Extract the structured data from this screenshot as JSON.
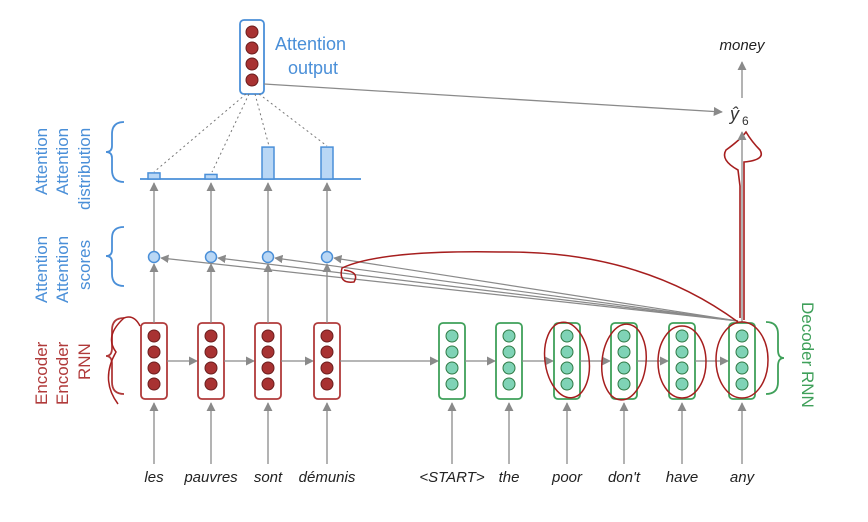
{
  "attention_output_label": [
    "Attention",
    "output"
  ],
  "attention_distribution_label": [
    "Attention",
    "Attention",
    "distribution"
  ],
  "attention_scores_label": [
    "Attention",
    "Attention",
    "scores"
  ],
  "encoder_rnn_label": [
    "Encoder",
    "Encoder",
    "RNN"
  ],
  "decoder_rnn_label": "Decoder RNN",
  "output_word": "money",
  "output_symbol": "ŷ",
  "output_subscript": "6",
  "source_words": [
    "les",
    "pauvres",
    "sont",
    "démunis"
  ],
  "target_words": [
    "<START>",
    "the",
    "poor",
    "don't",
    "have",
    "any"
  ],
  "attention_distribution": [
    0.08,
    0.06,
    0.42,
    0.42
  ],
  "colors": {
    "encoder": "#b03a3a",
    "encoder_fill": "#a83232",
    "decoder": "#3fa05a",
    "decoder_fill": "#7fd3b6",
    "attention": "#4a8fd8",
    "attention_fill": "#b9d7f5",
    "annotation": "#a61e1e",
    "arrow": "#8a8a8a"
  }
}
